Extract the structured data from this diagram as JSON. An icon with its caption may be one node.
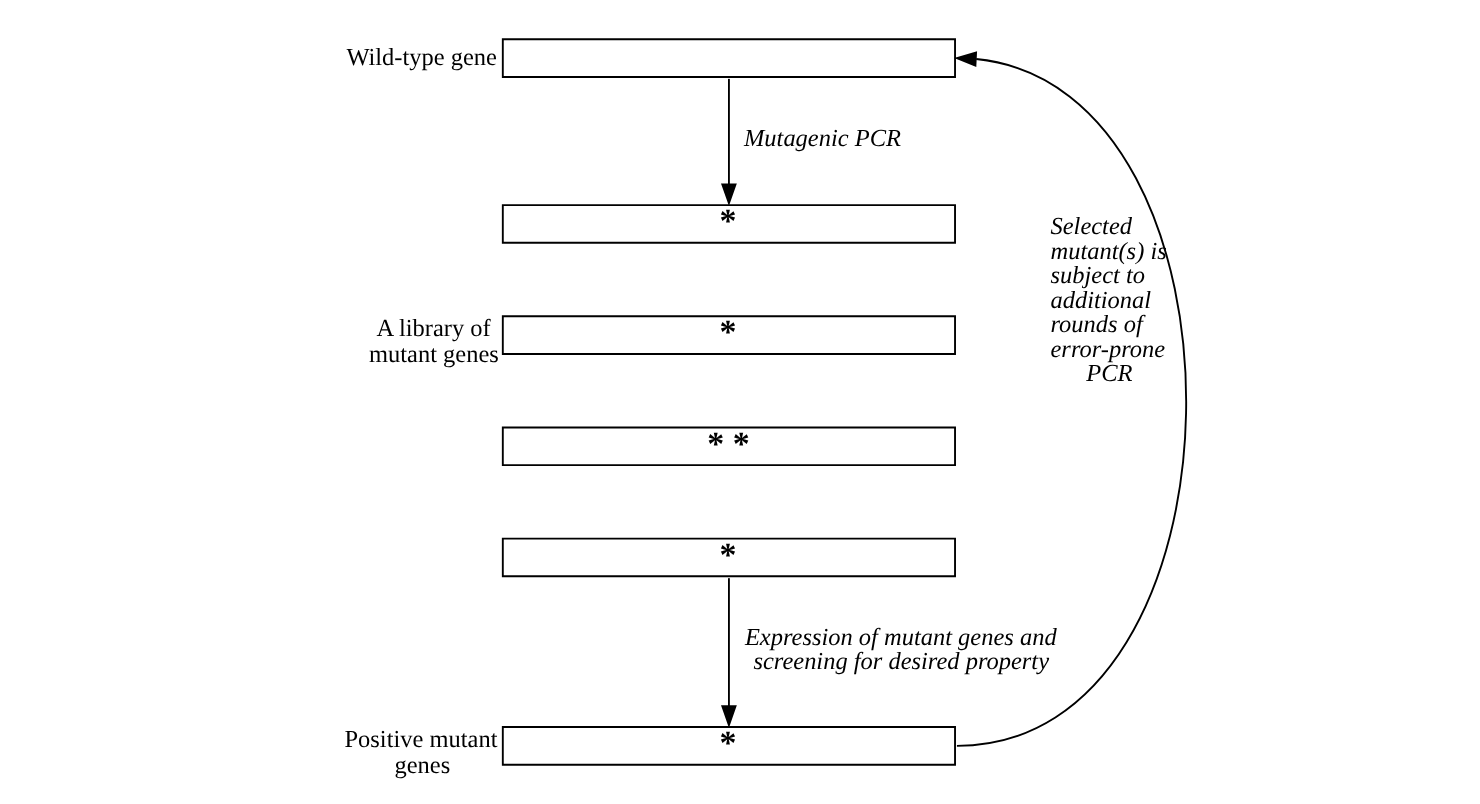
{
  "diagram": {
    "nodes": [
      {
        "text": [],
        "shape": "bar",
        "beside": [
          "Wild-type gene"
        ]
      },
      {
        "text": [
          "*"
        ]
      },
      {
        "text": [
          "*"
        ],
        "beside": [
          "A library of mutant genes"
        ]
      },
      {
        "text": [
          "* *"
        ]
      },
      {
        "text": [
          "*"
        ]
      },
      {
        "text": [
          "*"
        ],
        "beside": [
          "Positive mutant genes"
        ]
      }
    ],
    "edges": [
      {
        "from": 0,
        "to": 1,
        "arrow": "to",
        "label": "Mutagenic PCR"
      },
      {
        "from": 4,
        "to": 5,
        "arrow": "to",
        "label": "Expression of mutant genes and screening for desired property"
      },
      {
        "from": 5,
        "to": 0,
        "arrow": "to",
        "label": "Selected mutant(s) is subject to additional rounds of error-prone PCR"
      }
    ]
  }
}
